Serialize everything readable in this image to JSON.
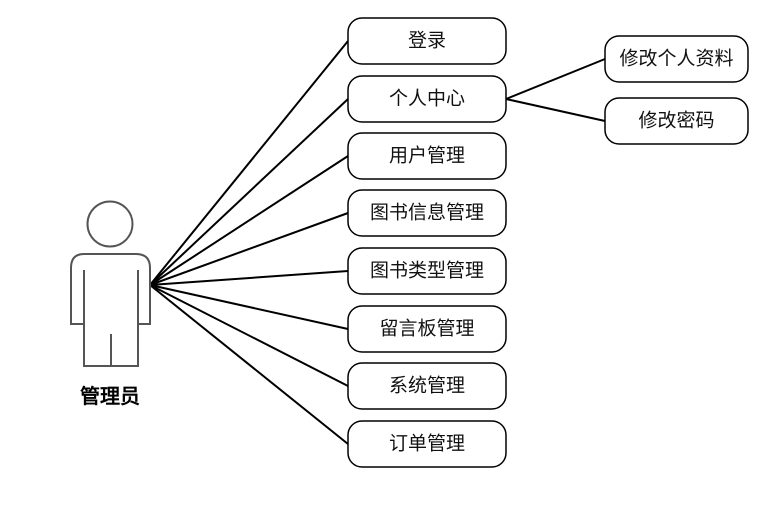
{
  "actor": {
    "label": "管理员",
    "icon": "person-icon"
  },
  "use_cases": [
    {
      "id": "login",
      "label": "登录"
    },
    {
      "id": "personal-center",
      "label": "个人中心"
    },
    {
      "id": "user-management",
      "label": "用户管理"
    },
    {
      "id": "book-info-management",
      "label": "图书信息管理"
    },
    {
      "id": "book-type-management",
      "label": "图书类型管理"
    },
    {
      "id": "message-board-management",
      "label": "留言板管理"
    },
    {
      "id": "system-management",
      "label": "系统管理"
    },
    {
      "id": "order-management",
      "label": "订单管理"
    }
  ],
  "sub_use_cases": [
    {
      "id": "edit-profile",
      "parent": "personal-center",
      "label": "修改个人资料"
    },
    {
      "id": "change-password",
      "parent": "personal-center",
      "label": "修改密码"
    }
  ]
}
